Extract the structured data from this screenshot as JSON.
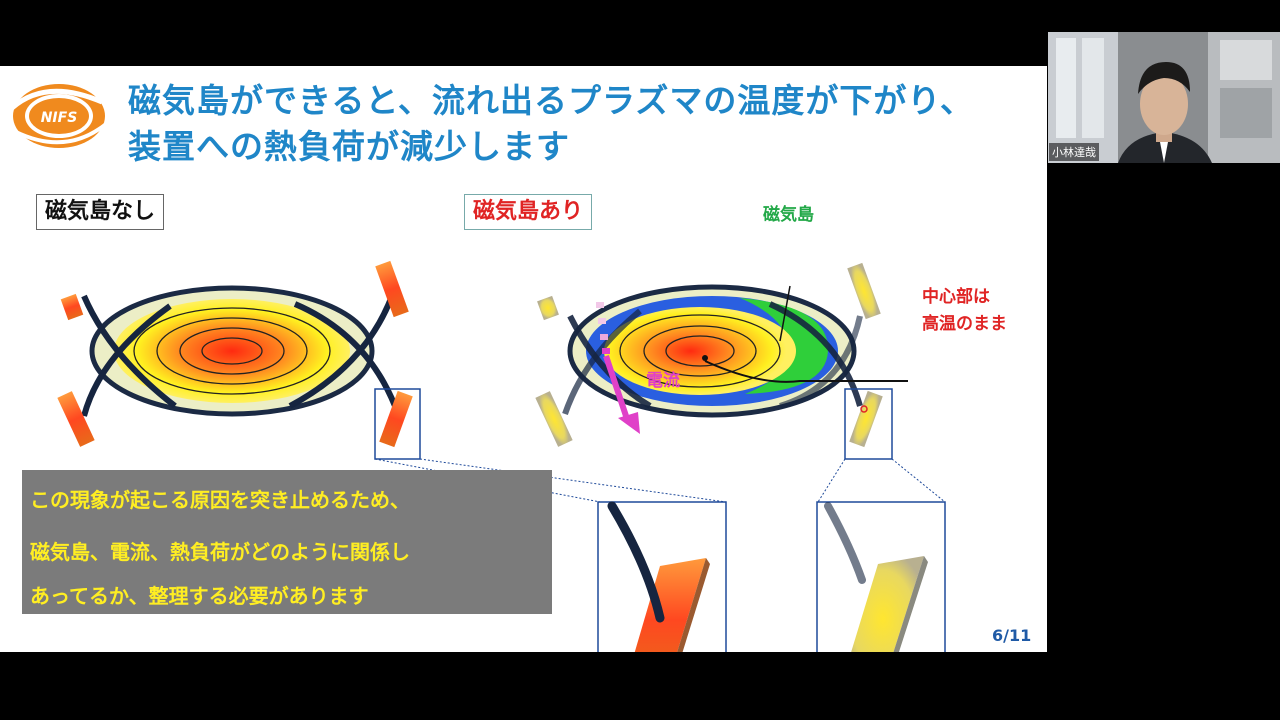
{
  "slide": {
    "title_line1": "磁気島ができると、流れ出るプラズマの温度が下がり、",
    "title_line2": "装置への熱負荷が減少します",
    "logo_text": "NIFS",
    "label_without": "磁気島なし",
    "label_with": "磁気島あり",
    "annotation_island": "磁気島",
    "annotation_center_line1": "中心部は",
    "annotation_center_line2": "高温のまま",
    "annotation_current": "電流",
    "message_lines": [
      "この現象が起こる原因を突き止めるため、",
      "磁気島、電流、熱負荷がどのように関係し",
      "あってるか、整理する必要があります"
    ],
    "page_number": "6/11"
  },
  "video": {
    "participant_name": "小林達哉"
  },
  "colors": {
    "title": "#1f86c8",
    "accent_red": "#e02424",
    "island_green": "#22a847",
    "current_magenta": "#e040c8",
    "message_text": "#ffee22",
    "message_bg": "#7b7b7b"
  }
}
